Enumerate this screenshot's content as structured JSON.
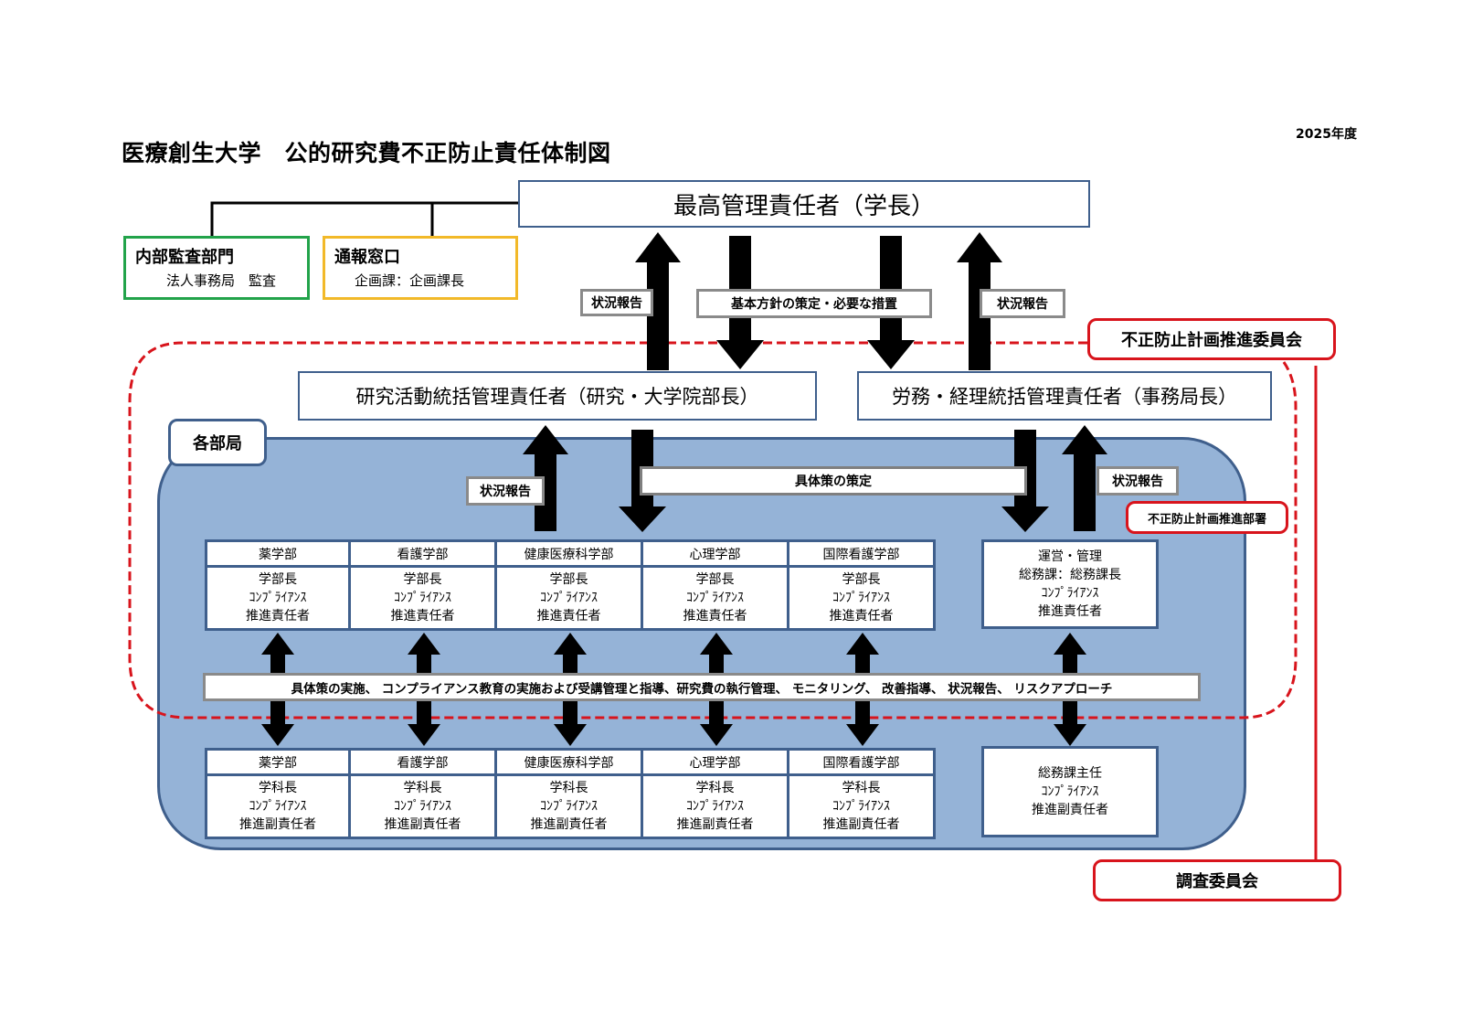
{
  "title": "医療創生大学　公的研究費不正防止責任体制図",
  "fiscal_year": "2025年度",
  "top": {
    "label": "最高管理責任者（学長）"
  },
  "audit": {
    "head": "内部監査部門",
    "sub": "法人事務局　監査"
  },
  "hotline": {
    "head": "通報窓口",
    "sub": "企画課：企画課長"
  },
  "top_arrows": {
    "status_report_left": "状況報告",
    "policy": "基本方針の策定・必要な措置",
    "status_report_right": "状況報告"
  },
  "committee": "不正防止計画推進委員会",
  "research_manager": "研究活動統括管理責任者（研究・大学院部長）",
  "admin_manager": "労務・経理統括管理責任者（事務局長）",
  "departments_label": "各部局",
  "mid_arrows": {
    "status_report_left": "状況報告",
    "measures": "具体策の策定",
    "status_report_right": "状況報告"
  },
  "promotion_dept": "不正防止計画推進部署",
  "faculties_upper": [
    {
      "name": "薬学部",
      "lines": [
        "学部長",
        "ｺﾝﾌﾟﾗｲｱﾝｽ",
        "推進責任者"
      ]
    },
    {
      "name": "看護学部",
      "lines": [
        "学部長",
        "ｺﾝﾌﾟﾗｲｱﾝｽ",
        "推進責任者"
      ]
    },
    {
      "name": "健康医療科学部",
      "lines": [
        "学部長",
        "ｺﾝﾌﾟﾗｲｱﾝｽ",
        "推進責任者"
      ]
    },
    {
      "name": "心理学部",
      "lines": [
        "学部長",
        "ｺﾝﾌﾟﾗｲｱﾝｽ",
        "推進責任者"
      ]
    },
    {
      "name": "国際看護学部",
      "lines": [
        "学部長",
        "ｺﾝﾌﾟﾗｲｱﾝｽ",
        "推進責任者"
      ]
    }
  ],
  "admin_upper": {
    "lines": [
      "運営・管理",
      "総務課：総務課長",
      "ｺﾝﾌﾟﾗｲｱﾝｽ",
      "推進責任者"
    ]
  },
  "implementation": "具体策の実施、 コンプライアンス教育の実施および受講管理と指導、研究費の執行管理、 モニタリング、 改善指導、 状況報告、 リスクアプローチ",
  "faculties_lower": [
    {
      "name": "薬学部",
      "lines": [
        "学科長",
        "ｺﾝﾌﾟﾗｲｱﾝｽ",
        "推進副責任者"
      ]
    },
    {
      "name": "看護学部",
      "lines": [
        "学科長",
        "ｺﾝﾌﾟﾗｲｱﾝｽ",
        "推進副責任者"
      ]
    },
    {
      "name": "健康医療科学部",
      "lines": [
        "学科長",
        "ｺﾝﾌﾟﾗｲｱﾝｽ",
        "推進副責任者"
      ]
    },
    {
      "name": "心理学部",
      "lines": [
        "学科長",
        "ｺﾝﾌﾟﾗｲｱﾝｽ",
        "推進副責任者"
      ]
    },
    {
      "name": "国際看護学部",
      "lines": [
        "学科長",
        "ｺﾝﾌﾟﾗｲｱﾝｽ",
        "推進副責任者"
      ]
    }
  ],
  "admin_lower": {
    "lines": [
      "総務課主任",
      "ｺﾝﾌﾟﾗｲｱﾝｽ",
      "推進副責任者"
    ]
  },
  "investigation_committee": "調査委員会",
  "colors": {
    "blue_border": "#3f5f8c",
    "dept_fill": "#95b3d7",
    "red": "#d8141c",
    "green": "#22a34a",
    "yellow": "#f2b929",
    "gray_border": "#8a8a8a"
  }
}
